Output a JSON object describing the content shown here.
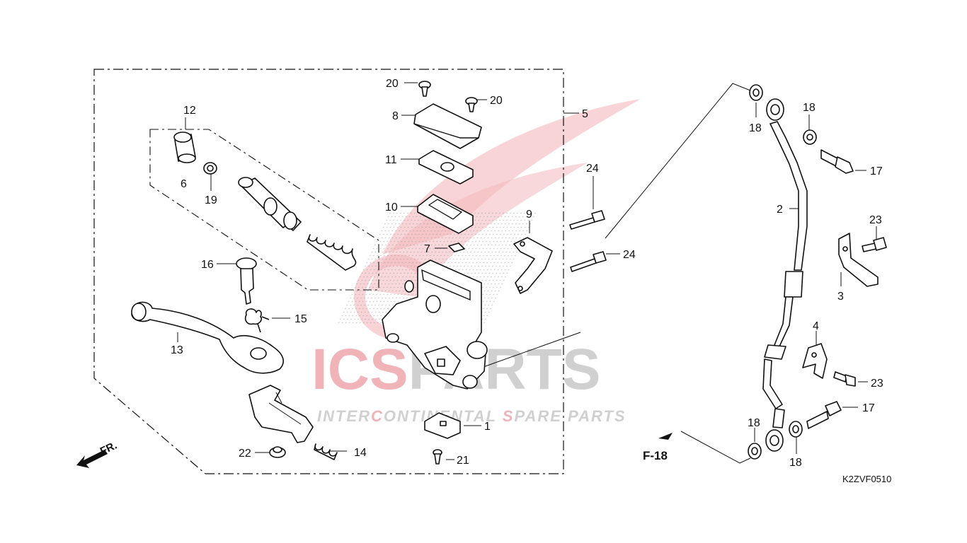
{
  "watermark": {
    "brand_prefix": "ICS",
    "brand_suffix": "PARTS",
    "tagline_a": "INTER",
    "tagline_b": "C",
    "tagline_c": "ONTINENTAL ",
    "tagline_d": "S",
    "tagline_e": "PARE PARTS",
    "color_red": "#e0353f",
    "color_grey": "#9a9a9a"
  },
  "diagram_code": "K2ZVF0510",
  "direction_label": "FR.",
  "reference_label": "F-18",
  "callouts": {
    "c1": "1",
    "c2": "2",
    "c3": "3",
    "c4": "4",
    "c5": "5",
    "c6": "6",
    "c7": "7",
    "c8": "8",
    "c9": "9",
    "c10": "10",
    "c11": "11",
    "c12": "12",
    "c13": "13",
    "c14": "14",
    "c15": "15",
    "c16": "16",
    "c17a": "17",
    "c17b": "17",
    "c18a": "18",
    "c18b": "18",
    "c18c": "18",
    "c18d": "18",
    "c19": "19",
    "c20a": "20",
    "c20b": "20",
    "c21": "21",
    "c22": "22",
    "c23a": "23",
    "c23b": "23",
    "c24a": "24",
    "c24b": "24"
  }
}
